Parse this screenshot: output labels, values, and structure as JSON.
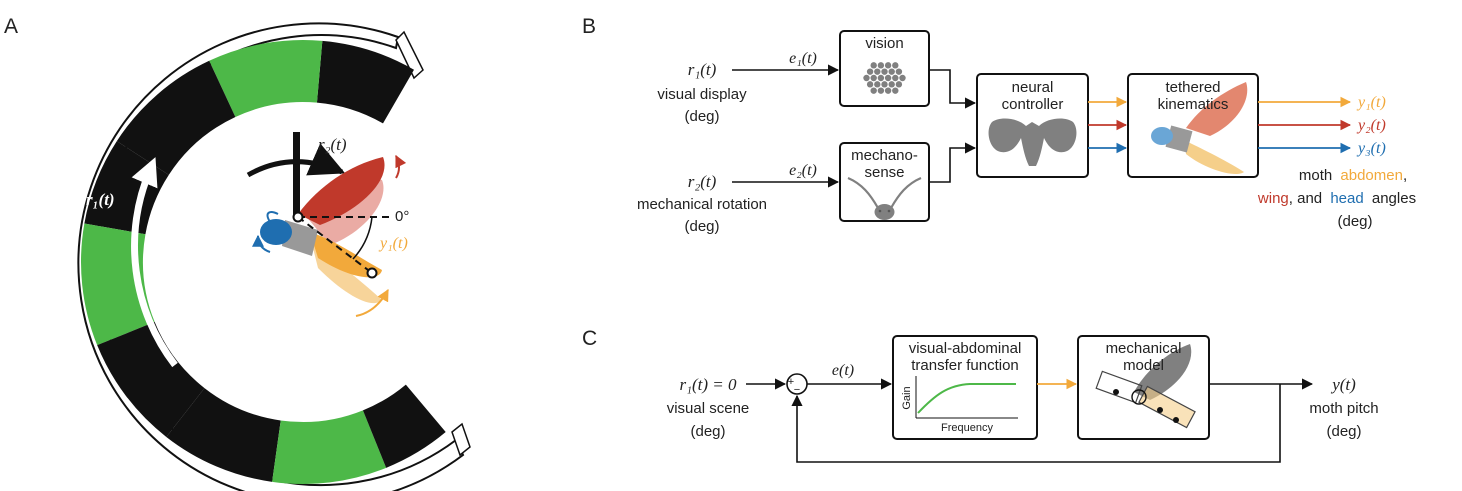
{
  "panels": {
    "a": {
      "letter": "A",
      "r1": "r₁(t)",
      "r2": "r₂(t)",
      "zero_angle": "0°",
      "y1": "y₁(t)"
    },
    "b": {
      "letter": "B",
      "inputs": [
        {
          "signal": "r₁(t)",
          "label": "visual display",
          "unit": "(deg)",
          "error": "e₁(t)"
        },
        {
          "signal": "r₂(t)",
          "label": "mechanical rotation",
          "unit": "(deg)",
          "error": "e₂(t)"
        }
      ],
      "blocks": {
        "vision": "vision",
        "mechano_line1": "mechano-",
        "mechano_line2": "sense",
        "neural_line1": "neural",
        "neural_line2": "controller",
        "tethered_line1": "tethered",
        "tethered_line2": "kinematics"
      },
      "outputs": [
        "y₁(t)",
        "y₂(t)",
        "y₃(t)"
      ],
      "caption": {
        "moth": "moth",
        "abdomen": "abdomen",
        "comma": ",",
        "wing": "wing",
        "and": ", and",
        "head": "head",
        "angles": "angles",
        "unit": "(deg)"
      }
    },
    "c": {
      "letter": "C",
      "input_signal": "r₁(t) = 0",
      "input_label": "visual scene",
      "input_unit": "(deg)",
      "sum_plus": "+",
      "sum_minus": "−",
      "error": "e(t)",
      "tf_line1": "visual-abdominal",
      "tf_line2": "transfer function",
      "gain_axis": "Gain",
      "freq_axis": "Frequency",
      "model_line1": "mechanical",
      "model_line2": "model",
      "output_signal": "y(t)",
      "output_label": "moth pitch",
      "output_unit": "(deg)"
    }
  },
  "colors": {
    "green": "#4db848",
    "abdomen": "#f2a93b",
    "wing": "#c0392b",
    "head": "#1f6eb0",
    "gray": "#808080"
  }
}
